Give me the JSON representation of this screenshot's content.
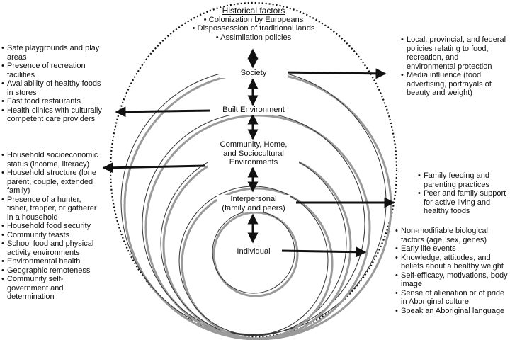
{
  "historical": {
    "title": "Historical factors",
    "items": [
      "Colonization by Europeans",
      "Dispossession of traditional lands",
      "Assimilation policies"
    ]
  },
  "levels": {
    "society": "Society",
    "built": "Built Environment",
    "community": [
      "Community, Home,",
      "and Sociocultural",
      "Environments"
    ],
    "interpersonal": [
      "Interpersonal",
      "(family and peers)"
    ],
    "individual": "Individual"
  },
  "lists": {
    "society": [
      "Local, provincial, and federal policies relating to food, recreation, and environmental protection",
      "Media influence (food advertising, portrayals of beauty and weight)"
    ],
    "built": [
      "Safe playgrounds and play areas",
      "Presence of recreation facilities",
      "Availability of healthy foods in stores",
      "Fast food restaurants",
      "Health clinics with culturally competent care providers"
    ],
    "community": [
      "Household socioeconomic status (income, literacy)",
      "Household structure (lone parent, couple, extended family)",
      "Presence of a hunter, fisher, trapper, or gatherer in a household",
      "Household food security",
      "Community feasts",
      "School food and physical activity environments",
      "Environmental health",
      "Geographic remoteness",
      "Community self-government and determination"
    ],
    "interpersonal": [
      "Family feeding and parenting practices",
      "Peer and family support for active living and healthy foods"
    ],
    "individual": [
      "Non-modifiable biological factors (age, sex, genes)",
      "Early life events",
      "Knowledge, attitudes, and beliefs about a healthy weight",
      "Self-efficacy, motivations, body image",
      "Sense of alienation or of pride in Aboriginal culture",
      "Speak an Aboriginal language"
    ]
  }
}
